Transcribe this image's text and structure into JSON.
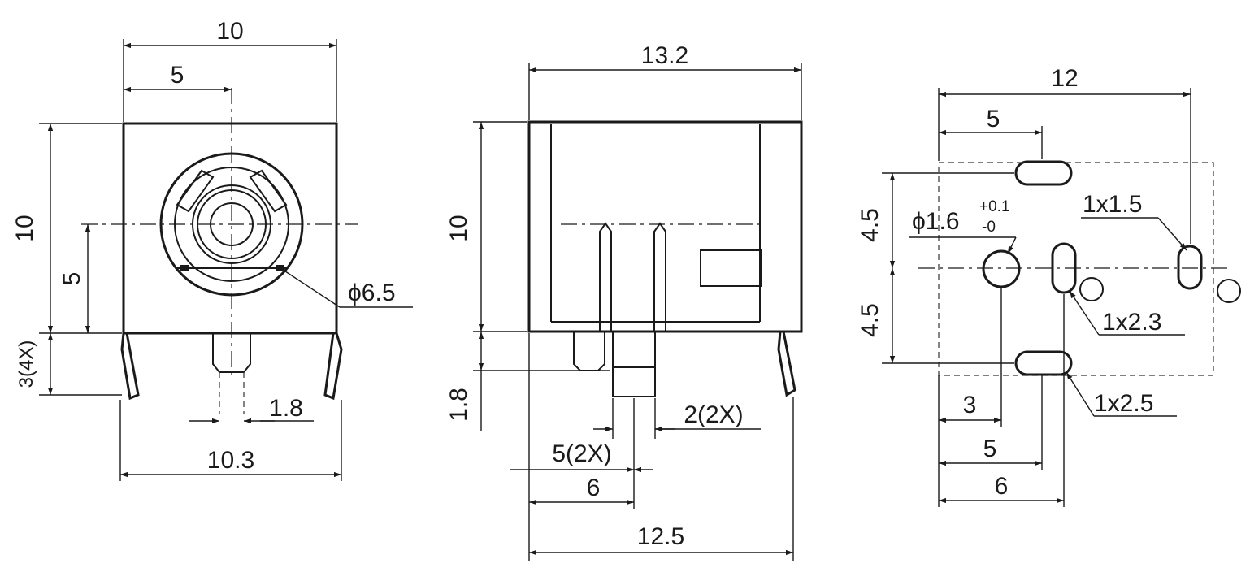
{
  "front_view": {
    "width_top": "10",
    "center_offset": "5",
    "height": "10",
    "center_height": "5",
    "pin_length": "3(4X)",
    "pin_width": "1.8",
    "base_width": "10.3",
    "bore_diameter": "ϕ6.5"
  },
  "side_view": {
    "length": "13.2",
    "height": "10",
    "pin_length": "1.8",
    "pin_width": "2(2X)",
    "pin_offset": "5(2X)",
    "pin_spacing": "6",
    "base_length": "12.5"
  },
  "footprint": {
    "width": "12",
    "slot_offset": "5",
    "upper_spacing": "4.5",
    "lower_spacing": "4.5",
    "hole_diameter": "ϕ1.6",
    "tol_plus": "+0.1",
    "tol_minus": "-0",
    "slot_a": "1x1.5",
    "slot_b": "1x2.3",
    "slot_c": "1x2.5",
    "hole_offset": "3",
    "slot_b_offset": "5",
    "slot_c_offset": "6"
  }
}
